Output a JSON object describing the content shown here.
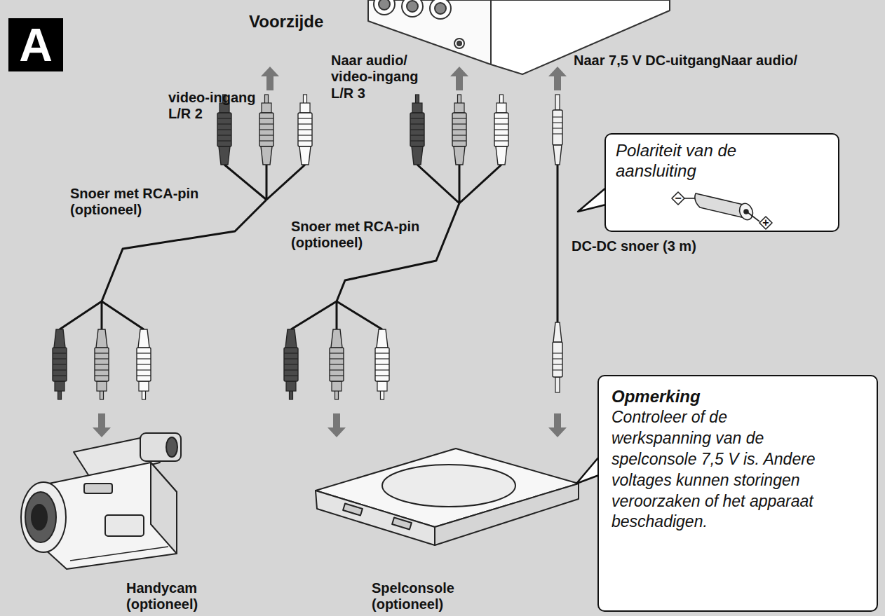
{
  "diagram": {
    "nodes": [
      {
        "text": [
          "A"
        ]
      },
      {
        "text": [
          "Polariteit van de aansluiting"
        ]
      },
      {
        "text": [
          "Opmerking",
          "Controleer of de werkspanning van de spelconsole 7,5 V is. Andere voltages kunnen storingen veroorzaken of het apparaat beschadigen."
        ]
      }
    ],
    "labels": [
      "Voorzijde",
      "video-ingang L/R 2",
      "Naar audio/ video-ingang L/R 3",
      "Naar 7,5 V DC-uitgangNaar audio/",
      "Snoer met RCA-pin (optioneel)",
      "Snoer met RCA-pin (optioneel)",
      "DC-DC snoer (3 m)",
      "Handycam (optioneel)",
      "Spelconsole (optioneel)",
      "−",
      "+"
    ]
  }
}
